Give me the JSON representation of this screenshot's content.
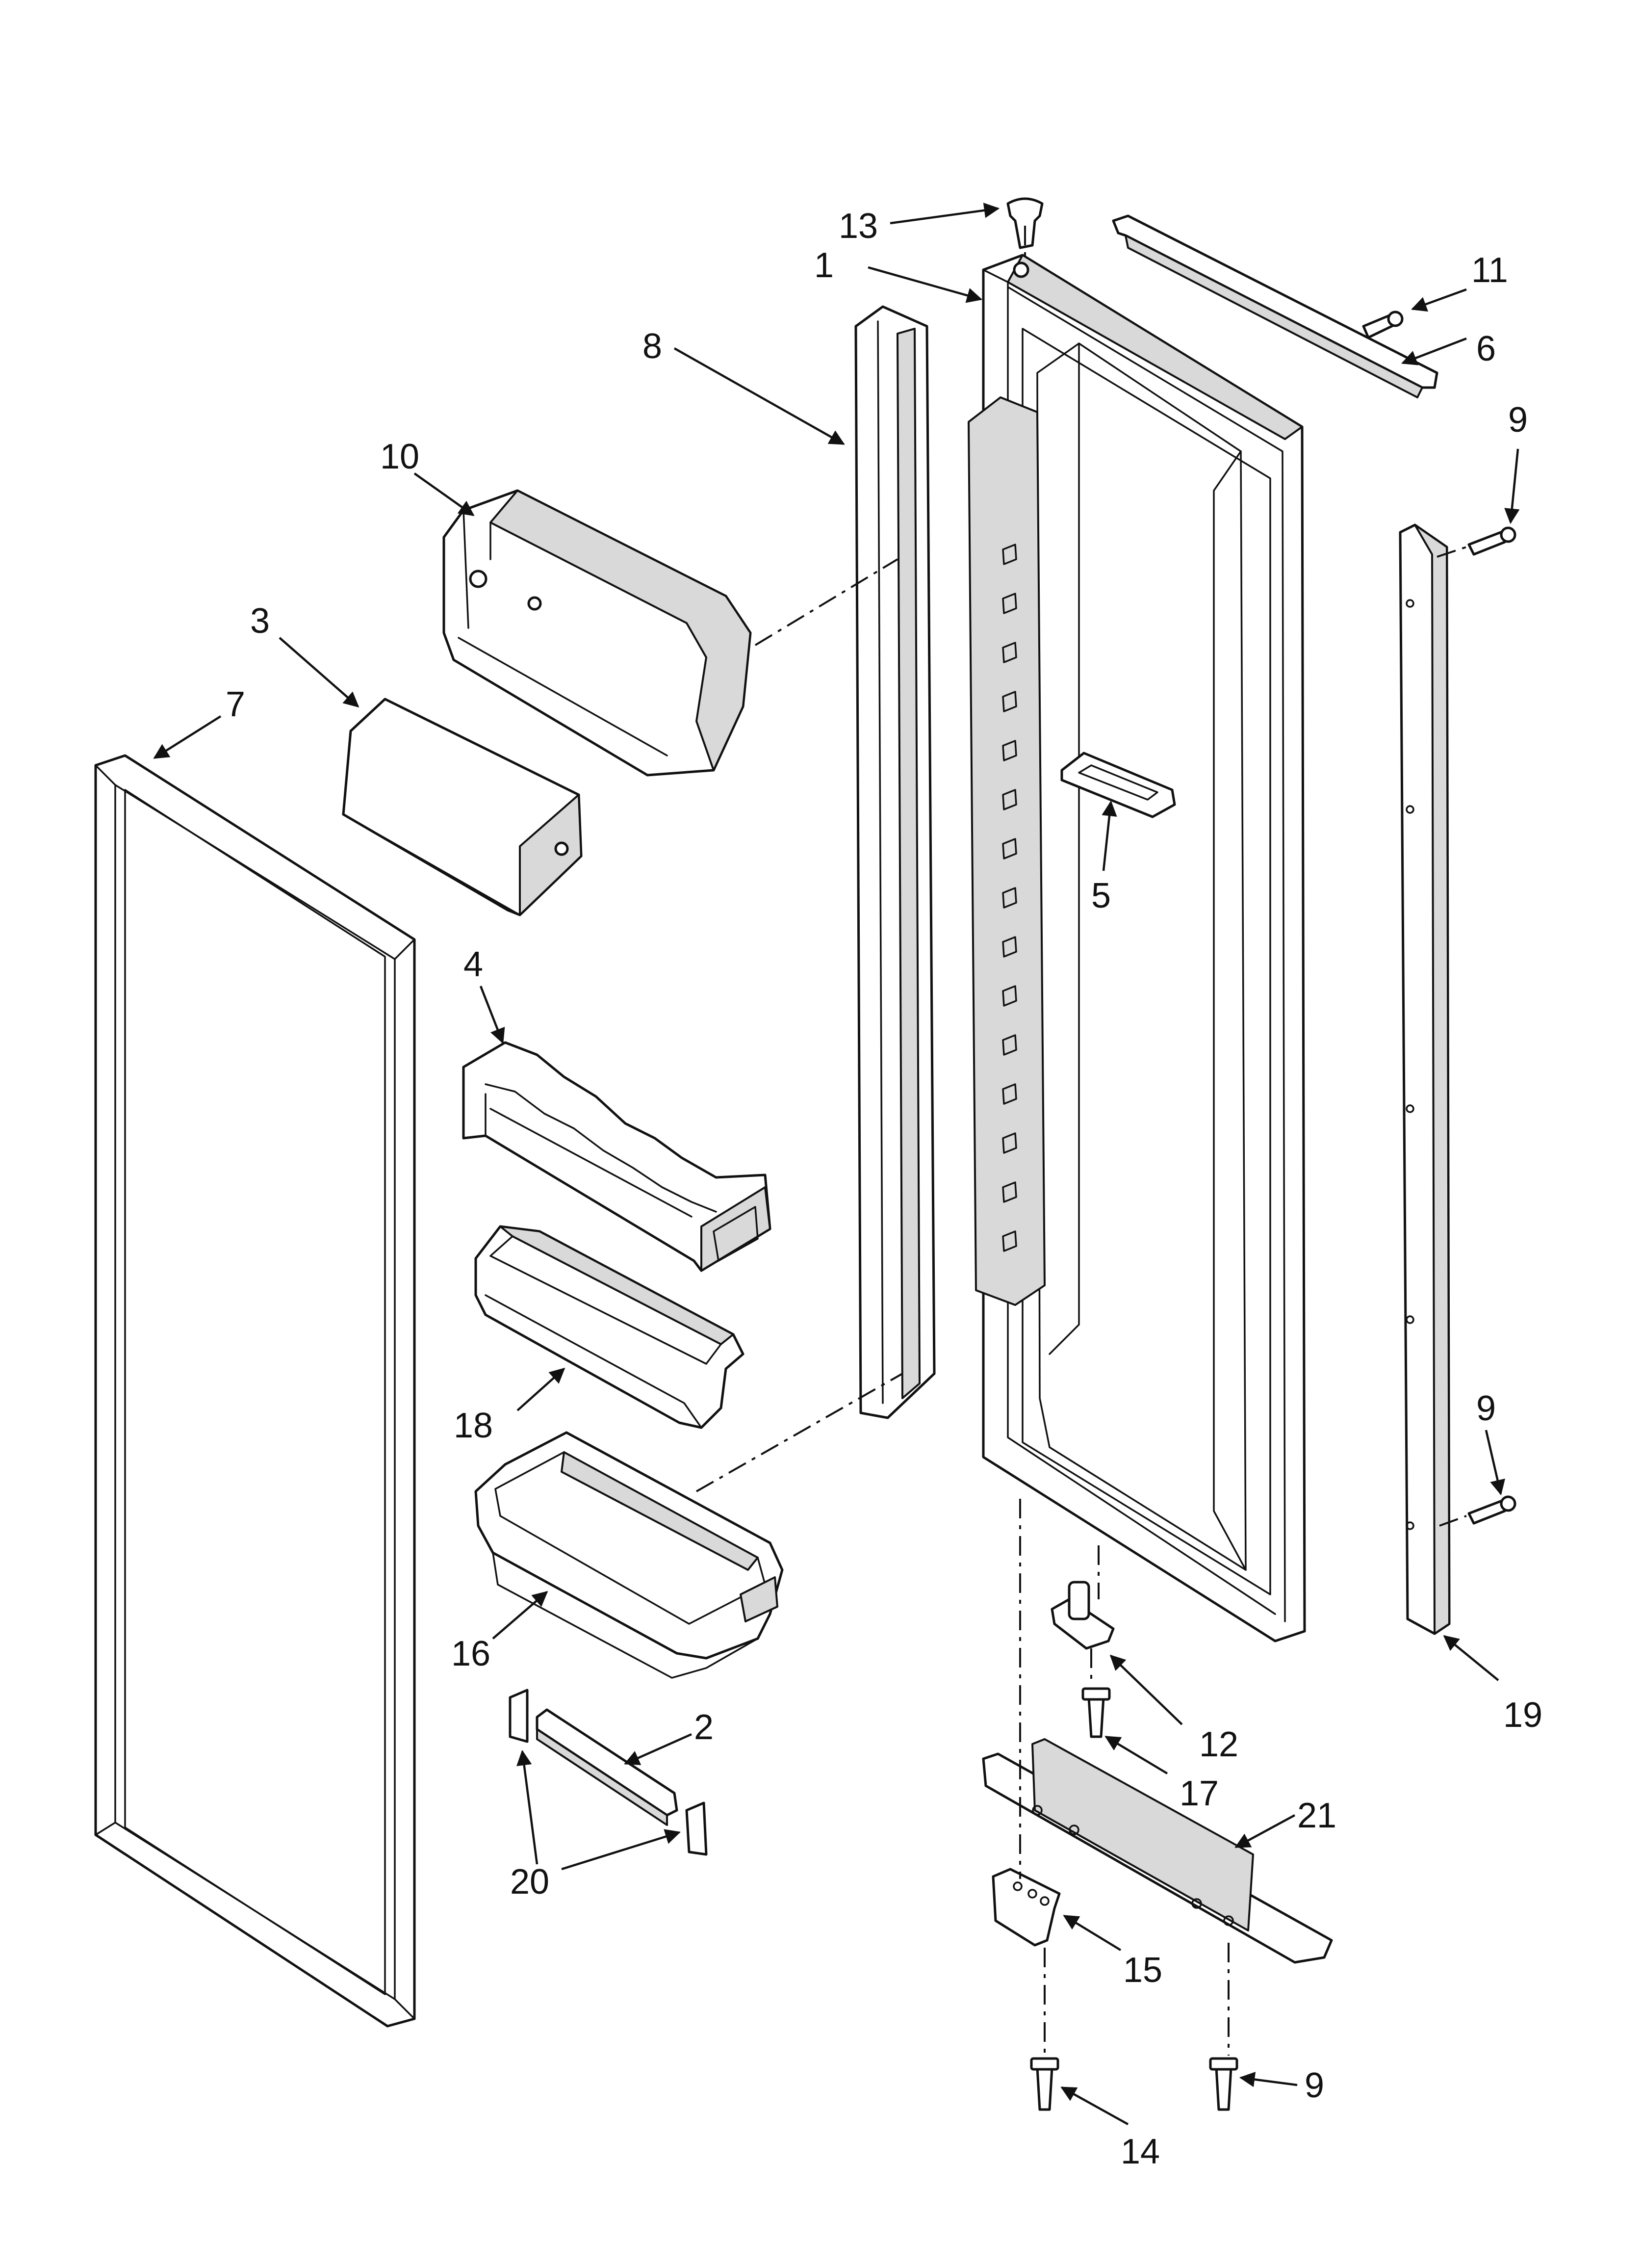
{
  "callouts": {
    "c1": "1",
    "c2": "2",
    "c3": "3",
    "c4": "4",
    "c5": "5",
    "c6": "6",
    "c7": "7",
    "c8": "8",
    "c9_top": "9",
    "c9_mid": "9",
    "c9_bottom": "9",
    "c10": "10",
    "c11": "11",
    "c12": "12",
    "c13": "13",
    "c14": "14",
    "c15": "15",
    "c16": "16",
    "c17": "17",
    "c18": "18",
    "c19": "19",
    "c20": "20",
    "c21": "21"
  }
}
